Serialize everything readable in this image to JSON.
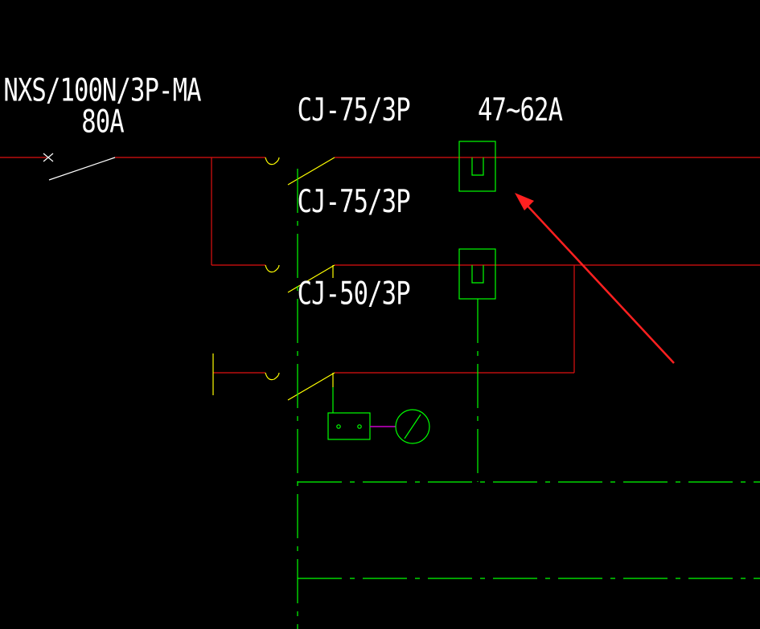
{
  "colors": {
    "background": "#000000",
    "power_line": "#e01010",
    "control_line": "#00ff00",
    "contact_line": "#ffff00",
    "text": "#ffffff",
    "accent_purple": "#cc00cc",
    "arrow": "#ff2020"
  },
  "labels": {
    "main_breaker_model": "NXS/100N/3P-MA",
    "main_breaker_rating": "80A",
    "contactor_1": "CJ-75/3P",
    "contactor_2": "CJ-75/3P",
    "contactor_3": "CJ-50/3P",
    "overload_range": "47~62A"
  },
  "icons": {
    "main_breaker": "breaker-symbol",
    "contactors": "contactor-contact-symbol",
    "overload_relays": "thermal-relay-symbol",
    "terminal_box": "terminal-block-symbol",
    "meter": "meter-symbol",
    "annotation": "red-arrow-pointer"
  }
}
